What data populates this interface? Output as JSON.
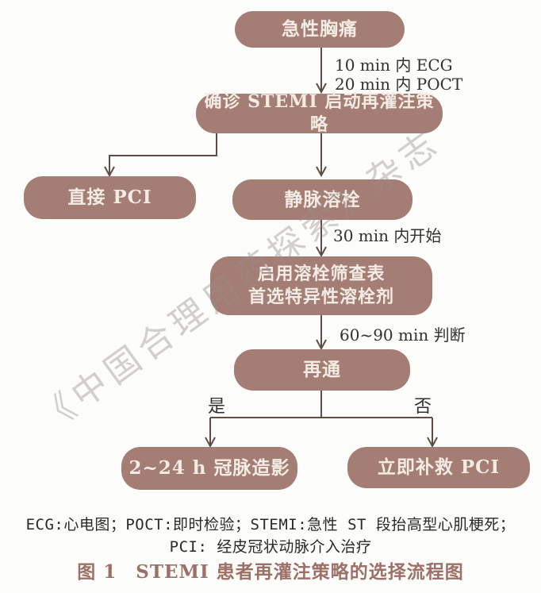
{
  "flowchart": {
    "nodes": {
      "chest_pain": {
        "label": "急性胸痛"
      },
      "stemi": {
        "label": "确诊 STEMI 启动再灌注策略"
      },
      "primary_pci": {
        "label": "直接 PCI"
      },
      "thrombolysis": {
        "label": "静脉溶栓"
      },
      "screening": {
        "line1": "启用溶栓筛查表",
        "line2": "首选特异性溶栓剂"
      },
      "reperfused": {
        "label": "再通"
      },
      "angiography": {
        "label": "2~24 h 冠脉造影"
      },
      "rescue_pci": {
        "label": "立即补救 PCI"
      }
    },
    "edge_labels": {
      "ecg_time": "10 min 内 ECG",
      "poct_time": "20 min 内 POCT",
      "start_time": "30 min 内开始",
      "judge_time": "60~90 min 判断",
      "yes": "是",
      "no": "否"
    }
  },
  "watermark": "《中国合理用药探索》杂志",
  "footnote": {
    "line1": "ECG:心电图；POCT:即时检验；STEMI:急性 ST 段抬高型心肌梗死；",
    "line2": "PCI: 经皮冠状动脉介入治疗"
  },
  "caption": "图 1　STEMI 患者再灌注策略的选择流程图",
  "colors": {
    "node_fill": "#a47d74",
    "node_text": "#f3ece5",
    "connector": "#5f4c44",
    "label_text": "#33302d",
    "caption": "#9d7067",
    "watermark": "#96908c"
  }
}
